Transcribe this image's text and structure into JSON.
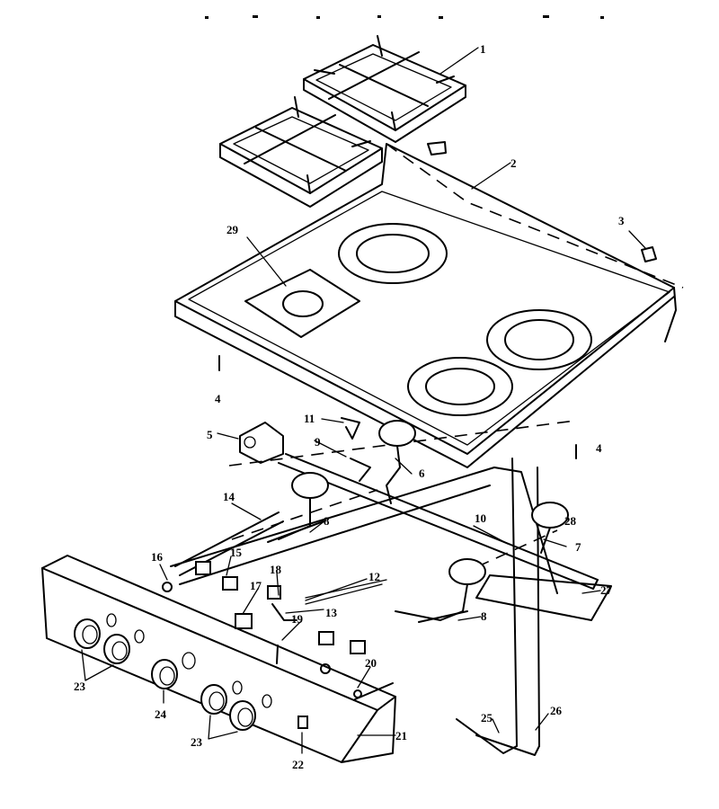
{
  "diagram": {
    "labels": {
      "l1": "1",
      "l2": "2",
      "l3": "3",
      "l4a": "4",
      "l4b": "4",
      "l5": "5",
      "l6": "6",
      "l7": "7",
      "l8a": "8",
      "l8b": "8",
      "l9": "9",
      "l10": "10",
      "l11": "11",
      "l12": "12",
      "l13": "13",
      "l14": "14",
      "l15": "15",
      "l16": "16",
      "l17": "17",
      "l18": "18",
      "l19": "19",
      "l20": "20",
      "l21": "21",
      "l22": "22",
      "l23a": "23",
      "l23b": "23",
      "l24": "24",
      "l25": "25",
      "l26": "26",
      "l27": "27",
      "l28": "28",
      "l29": "29"
    }
  }
}
